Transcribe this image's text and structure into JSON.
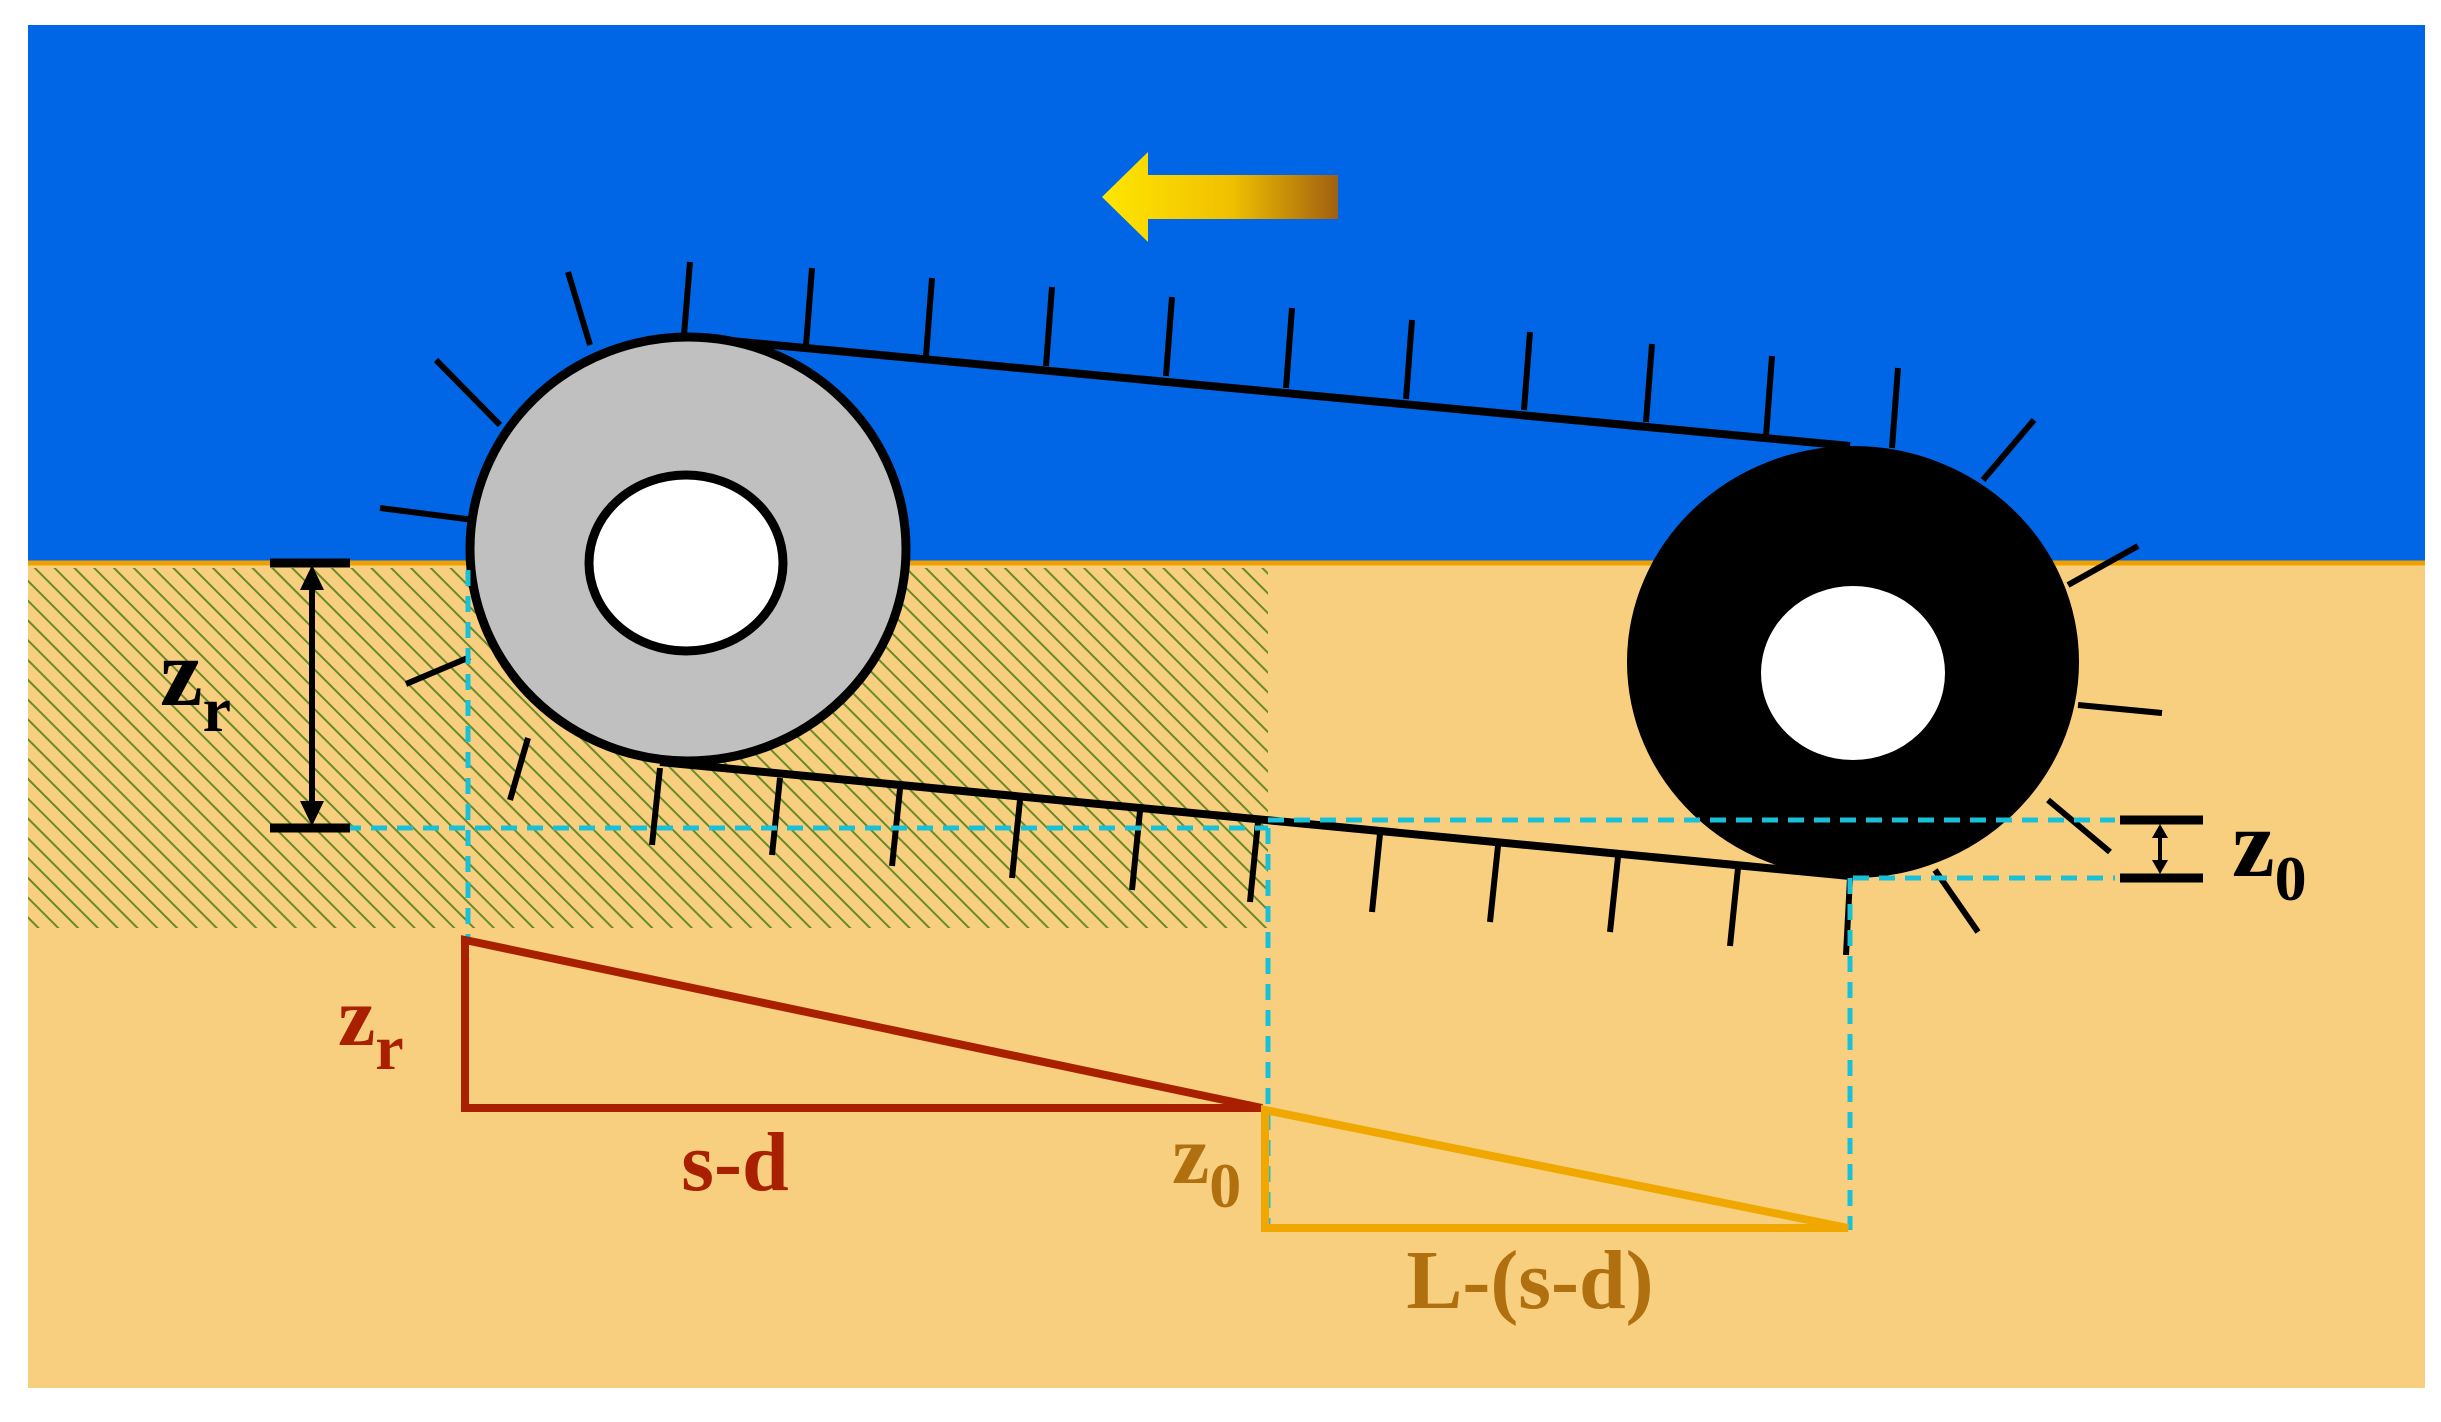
{
  "colors": {
    "sky": "#0066e6",
    "soil": "#f7cf7e",
    "hatch_line": "#6a8a2a",
    "surface_line": "#f0a000",
    "front_wheel": "#c0c0c0",
    "rear_wheel": "#000000",
    "hub": "#ffffff",
    "track": "#000000",
    "guide_dashes": "#19c0d8",
    "red_triangle": "#a82000",
    "orange_triangle": "#f0a800",
    "arrow_light": "#ffe600",
    "arrow_dark": "#a06010"
  },
  "direction_arrow": {
    "points": "left",
    "icon": "arrow-left-icon"
  },
  "labels": {
    "zr_main": {
      "base": "z",
      "sub": "r"
    },
    "z0_main": {
      "base": "z",
      "sub": "0"
    },
    "zr_triangle": {
      "base": "z",
      "sub": "r"
    },
    "z0_triangle": {
      "base": "z",
      "sub": "0"
    },
    "s_minus_d": "s-d",
    "L_minus_sd": "L-(s-d)"
  }
}
